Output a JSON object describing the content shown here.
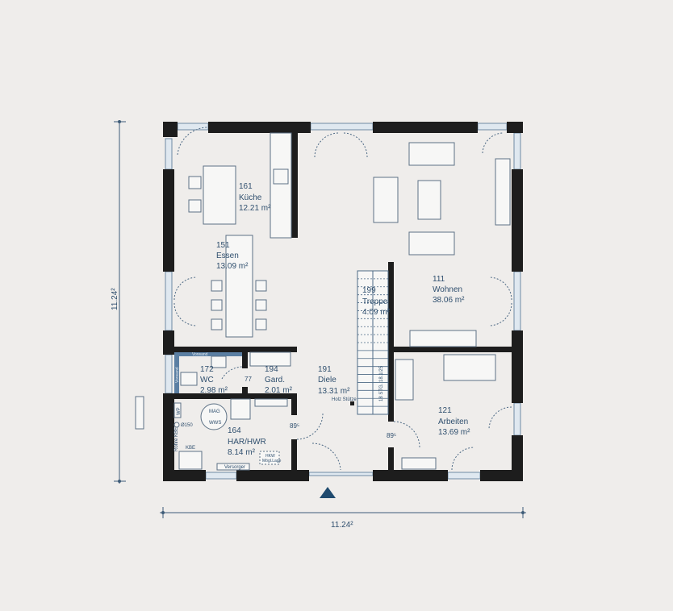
{
  "rooms": [
    {
      "number": "161",
      "name": "Küche",
      "area": "12.21 m²"
    },
    {
      "number": "151",
      "name": "Essen",
      "area": "13.09 m²"
    },
    {
      "number": "111",
      "name": "Wohnen",
      "area": "38.06 m²"
    },
    {
      "number": "199",
      "name": "Treppe",
      "area": "4.09 m²"
    },
    {
      "number": "172",
      "name": "WC",
      "area": "2.98 m²"
    },
    {
      "number": "194",
      "name": "Gard.",
      "area": "2.01 m²"
    },
    {
      "number": "191",
      "name": "Diele",
      "area": "13.31 m²"
    },
    {
      "number": "164",
      "name": "HAR/HWR",
      "area": "8.14 m²"
    },
    {
      "number": "121",
      "name": "Arbeiten",
      "area": "13.69 m²"
    }
  ],
  "labels": {
    "stair_steps": "18 STG. 18.1/25",
    "holz_stuetze": "Holz Stütze",
    "door_width_77": "77",
    "door_width_89_a": "89⁵",
    "door_width_89_b": "89⁵",
    "mag": "MAG",
    "wws": "WWS",
    "wp": "WP",
    "d150": "Ø150",
    "rohre_kbe": "Rohre KBE",
    "kbe": "KBE",
    "versorger": "Versorger",
    "hkw_1": "HKW",
    "hkw_2": "Mögl.Lage",
    "wc_top": "Vorwand",
    "wc_side": "Vorwand"
  },
  "dimensions": {
    "width": "11.24²",
    "depth": "11.24²"
  },
  "colors": {
    "wall": "#1d1d1d",
    "text": "#2f4f6e",
    "background": "#efedeb"
  }
}
